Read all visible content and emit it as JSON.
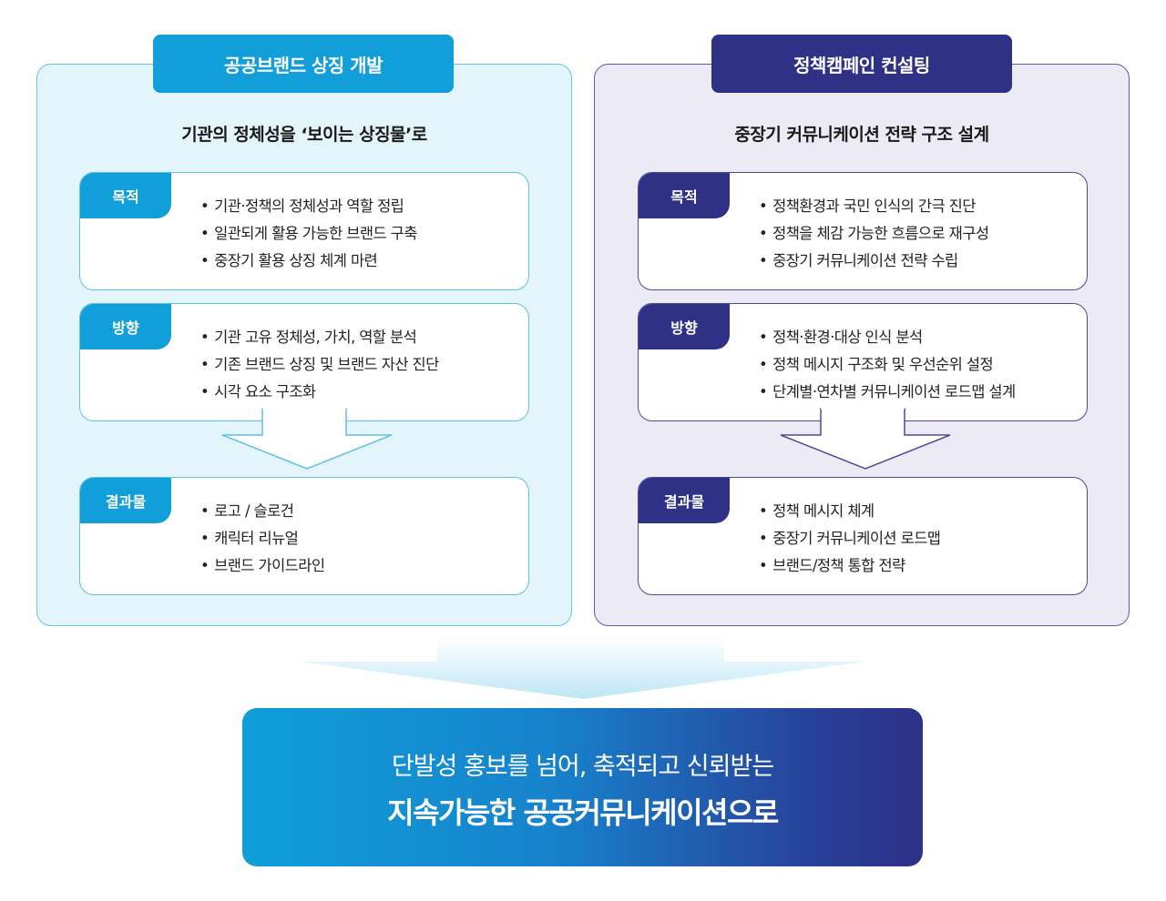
{
  "left": {
    "title": "공공브랜드 상징 개발",
    "subtitle": "기관의 정체성을 ‘보이는 상징물’로",
    "purpose": {
      "tag": "목적",
      "items": [
        "기관·정책의 정체성과 역할 정립",
        "일관되게 활용 가능한 브랜드 구축",
        "중장기 활용 상징 체계 마련"
      ]
    },
    "direction": {
      "tag": "방향",
      "items": [
        "기관 고유 정체성, 가치, 역할 분석",
        "기존 브랜드 상징 및 브랜드 자산 진단",
        "시각 요소 구조화"
      ]
    },
    "result": {
      "tag": "결과물",
      "items": [
        "로고 / 슬로건",
        "캐릭터 리뉴얼",
        "브랜드 가이드라인"
      ]
    }
  },
  "right": {
    "title": "정책캠페인 컨설팅",
    "subtitle": "중장기 커뮤니케이션 전략 구조 설계",
    "purpose": {
      "tag": "목적",
      "items": [
        "정책환경과 국민 인식의 간극 진단",
        "정책을 체감 가능한 흐름으로 재구성",
        "중장기 커뮤니케이션 전략 수립"
      ]
    },
    "direction": {
      "tag": "방향",
      "items": [
        "정책·환경·대상 인식 분석",
        "정책 메시지 구조화 및 우선순위 설정",
        "단계별·연차별 커뮤니케이션 로드맵 설계"
      ]
    },
    "result": {
      "tag": "결과물",
      "items": [
        "정책 메시지 체계",
        "중장기 커뮤니케이션 로드맵",
        "브랜드/정책 통합 전략"
      ]
    }
  },
  "banner": {
    "line1": "단발성 홍보를 넘어, 축적되고 신뢰받는",
    "line2": "지속가능한 공공커뮤니케이션으로"
  },
  "colors": {
    "cyan": "#129ed8",
    "navy": "#2e3186",
    "cyan_bg": "#e4f4fb",
    "navy_bg": "#ebeaf5"
  }
}
